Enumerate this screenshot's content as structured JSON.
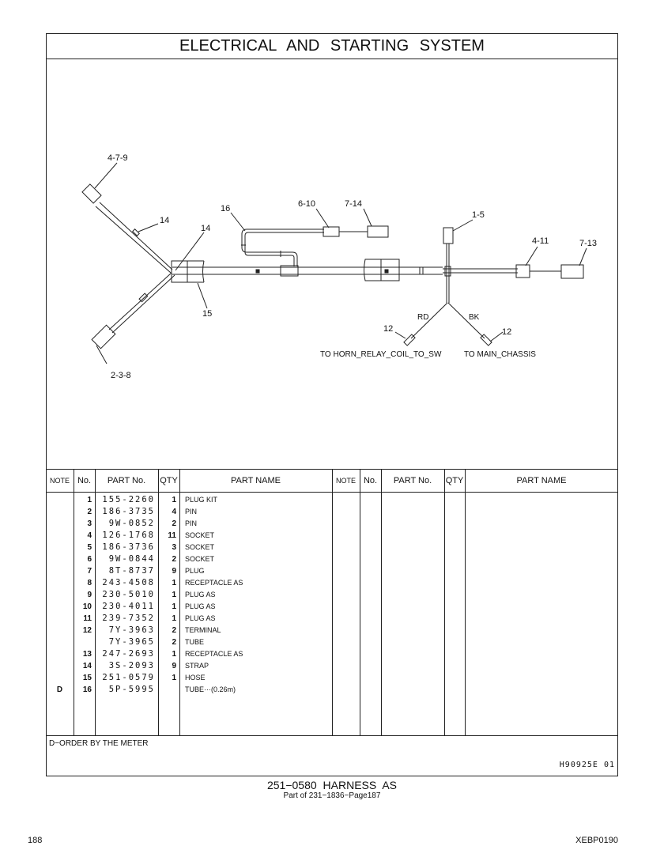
{
  "title": "ELECTRICAL AND STARTING SYSTEM",
  "diagram": {
    "callouts": [
      "4-7-9",
      "14",
      "14",
      "16",
      "6-10",
      "7-14",
      "1-5",
      "4-11",
      "7-13",
      "15",
      "RD",
      "BK",
      "12",
      "12",
      "2-3-8"
    ],
    "destinations": [
      "TO HORN_RELAY_COIL_TO_SW",
      "TO MAIN_CHASSIS"
    ]
  },
  "table": {
    "headers": [
      "NOTE",
      "No.",
      "PART No.",
      "QTY",
      "PART NAME",
      "NOTE",
      "No.",
      "PART No.",
      "QTY",
      "PART NAME"
    ],
    "rows": [
      {
        "note": "",
        "no": "1",
        "part": "155-2260",
        "qty": "1",
        "name": "PLUG KIT"
      },
      {
        "note": "",
        "no": "2",
        "part": "186-3735",
        "qty": "4",
        "name": "PIN"
      },
      {
        "note": "",
        "no": "3",
        "part": "9W-0852",
        "qty": "2",
        "name": "PIN"
      },
      {
        "note": "",
        "no": "4",
        "part": "126-1768",
        "qty": "11",
        "name": "SOCKET"
      },
      {
        "note": "",
        "no": "5",
        "part": "186-3736",
        "qty": "3",
        "name": "SOCKET"
      },
      {
        "note": "",
        "no": "6",
        "part": "9W-0844",
        "qty": "2",
        "name": "SOCKET"
      },
      {
        "note": "",
        "no": "7",
        "part": "8T-8737",
        "qty": "9",
        "name": "PLUG"
      },
      {
        "note": "",
        "no": "8",
        "part": "243-4508",
        "qty": "1",
        "name": "RECEPTACLE AS"
      },
      {
        "note": "",
        "no": "9",
        "part": "230-5010",
        "qty": "1",
        "name": "PLUG AS"
      },
      {
        "note": "",
        "no": "10",
        "part": "230-4011",
        "qty": "1",
        "name": "PLUG AS"
      },
      {
        "note": "",
        "no": "11",
        "part": "239-7352",
        "qty": "1",
        "name": "PLUG AS"
      },
      {
        "note": "",
        "no": "12",
        "part": "7Y-3963",
        "qty": "2",
        "name": "TERMINAL"
      },
      {
        "note": "",
        "no": "",
        "part": "7Y-3965",
        "qty": "2",
        "name": "TUBE"
      },
      {
        "note": "",
        "no": "13",
        "part": "247-2693",
        "qty": "1",
        "name": "RECEPTACLE AS"
      },
      {
        "note": "",
        "no": "14",
        "part": "3S-2093",
        "qty": "9",
        "name": "STRAP"
      },
      {
        "note": "",
        "no": "15",
        "part": "251-0579",
        "qty": "1",
        "name": "HOSE"
      },
      {
        "note": "D",
        "no": "16",
        "part": "5P-5995",
        "qty": "",
        "name": "TUBE···(0.26m)"
      }
    ]
  },
  "footnote": "D−ORDER BY THE METER",
  "illustration_id": "H90925E   01",
  "caption": {
    "title": "251−0580  HARNESS AS",
    "subtitle": "Part of 231−1836−Page187"
  },
  "page_number": "188",
  "doc_code": "XEBP0190"
}
